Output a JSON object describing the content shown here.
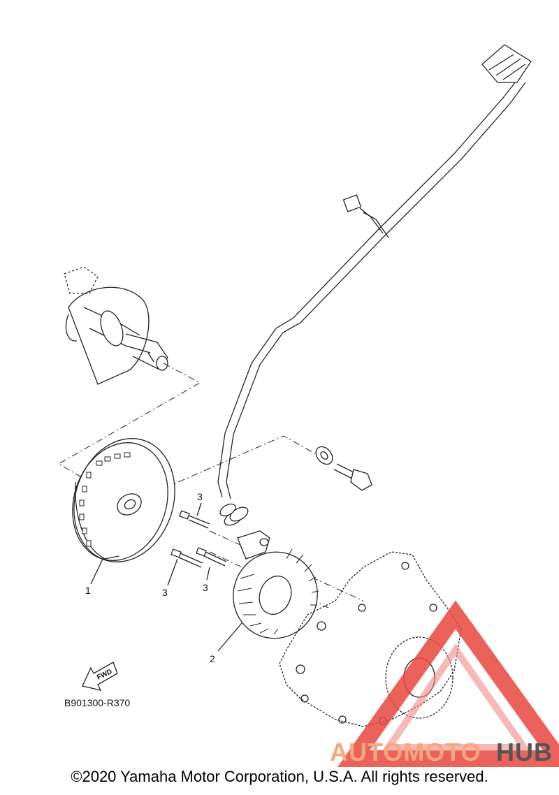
{
  "callouts": {
    "flywheel": "1",
    "stator": "2",
    "bolt_upper": "3",
    "bolt_left": "3",
    "bolt_right": "3"
  },
  "fwd_label": "FWD",
  "diagram_code": "B901300-R370",
  "watermark": {
    "part1": "AUTOMOTO",
    "part2": "HUB",
    "colors": {
      "auto": "#f7a77a",
      "hub": "#555555",
      "triangle": "#e8463e"
    }
  },
  "copyright": "©2020 Yamaha Motor Corporation, U.S.A. All rights reserved."
}
